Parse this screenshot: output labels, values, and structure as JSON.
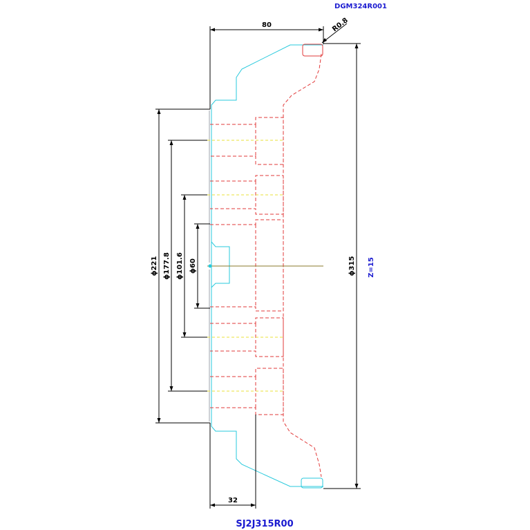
{
  "header": {
    "drawing_code": "DGM324R001"
  },
  "footer": {
    "part_code": "SJ2J315R00"
  },
  "annotations": {
    "teeth": "Z=15"
  },
  "dimensions": {
    "width_top": "80",
    "width_bottom": "32",
    "radius": "R0.8",
    "dia_outer": "ϕ315",
    "dia_221": "ϕ221",
    "dia_177": "ϕ177.8",
    "dia_101": "ϕ101.6",
    "dia_60": "ϕ60"
  },
  "colors": {
    "profile": "#27c9dc",
    "hidden_lines": "#e23a3a",
    "center_lines": "#e8e23a",
    "label_blue": "#1a1ad0"
  }
}
